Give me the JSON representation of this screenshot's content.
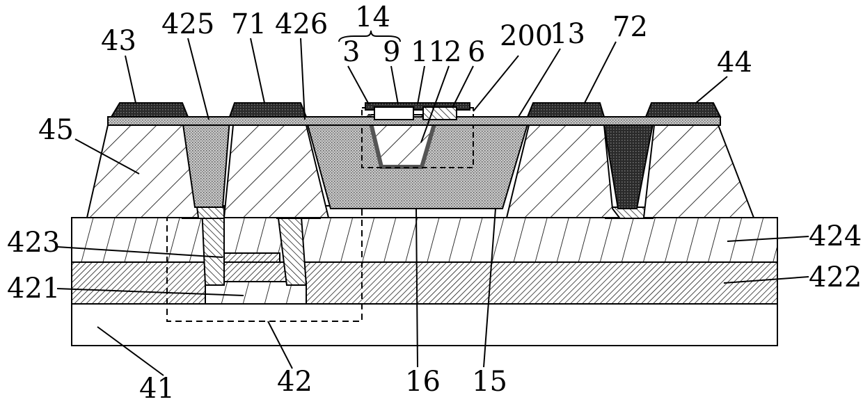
{
  "figure": {
    "labels": {
      "l43": "43",
      "l425": "425",
      "l71": "71",
      "l426": "426",
      "l14": "14",
      "l3": "3",
      "l9": "9",
      "l11": "11",
      "l2": "2",
      "l6": "6",
      "l200": "200",
      "l13": "13",
      "l72": "72",
      "l44": "44",
      "l45": "45",
      "l423": "423",
      "l421": "421",
      "l424": "424",
      "l422": "422",
      "l41": "41",
      "l42": "42",
      "l16": "16",
      "l15": "15"
    }
  }
}
